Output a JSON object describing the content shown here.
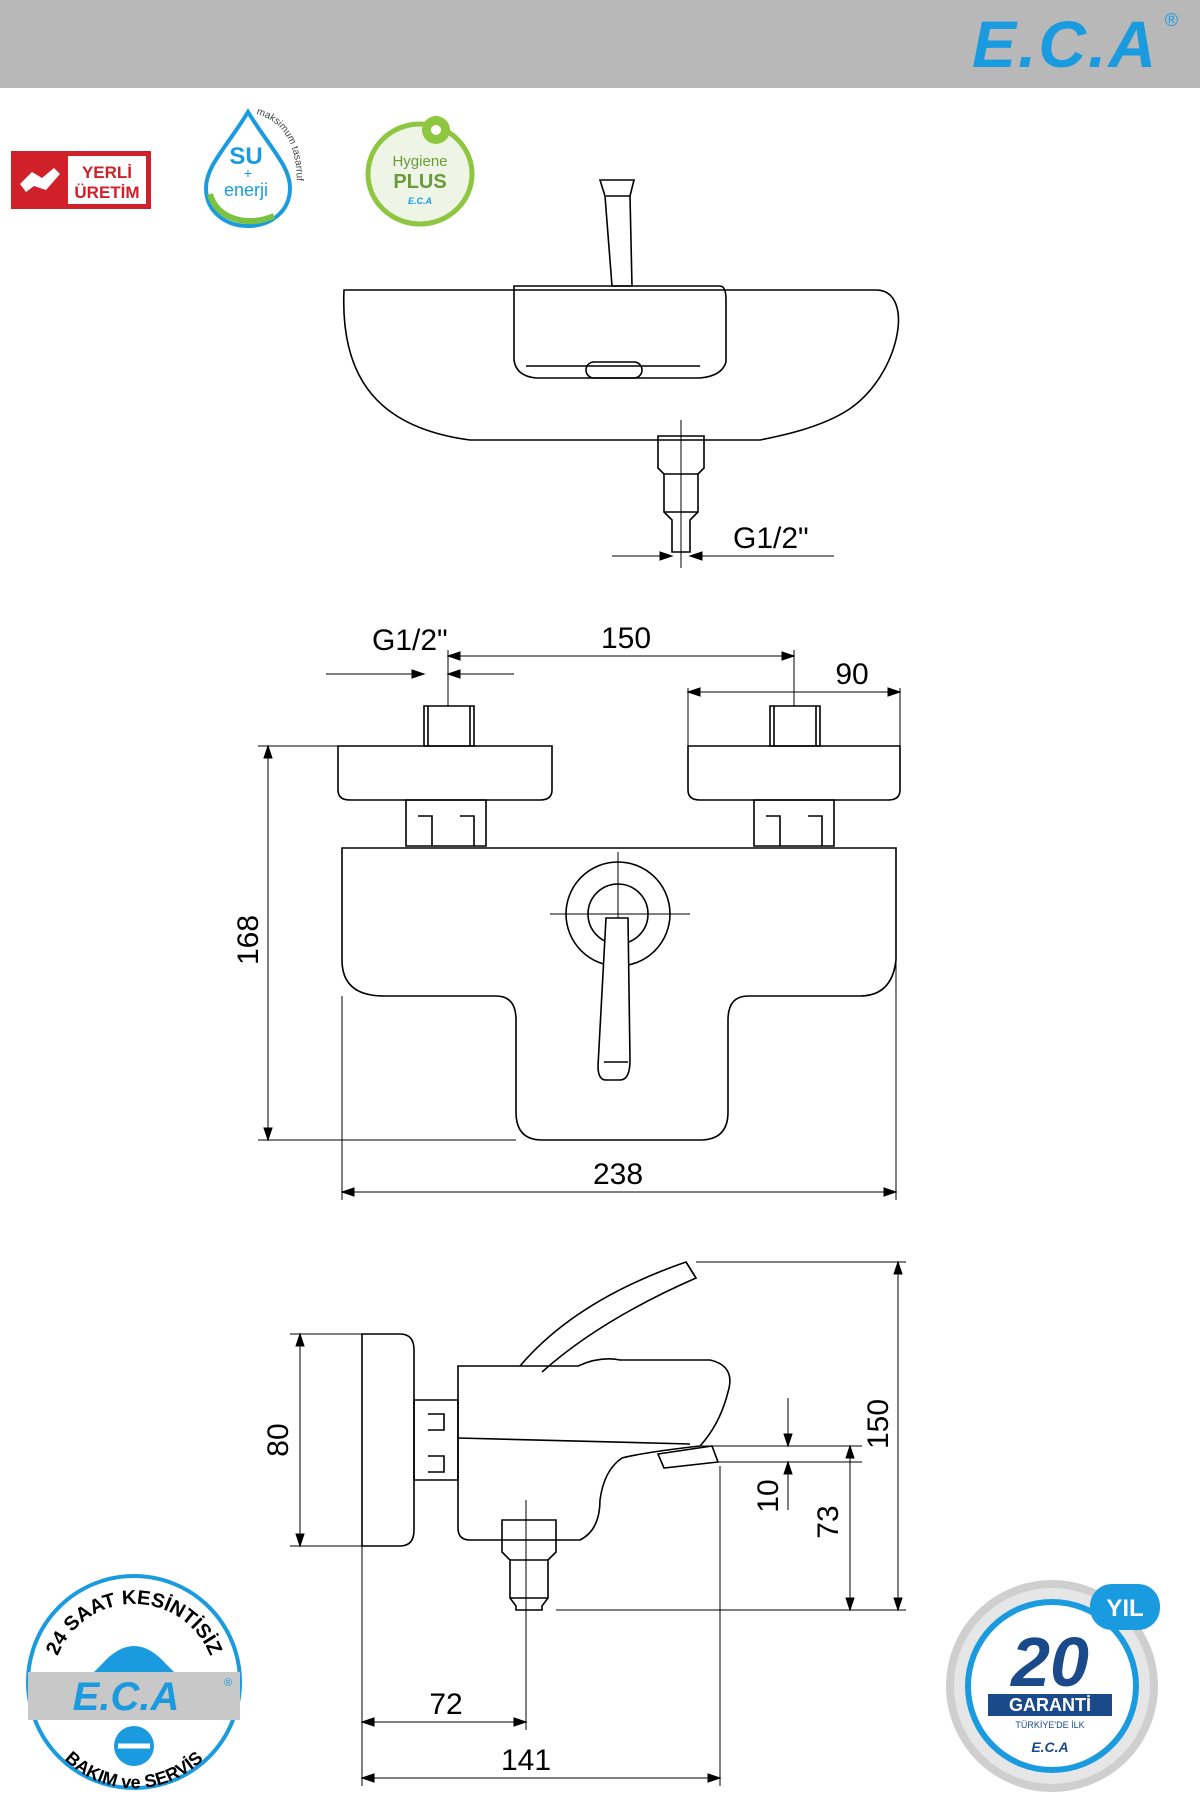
{
  "header": {
    "logo_text": "E.C.A",
    "reg_mark": "®"
  },
  "badges": {
    "yerli": {
      "line1": "YERLİ",
      "line2": "ÜRETİM"
    },
    "su": {
      "line1": "SU",
      "plus": "+",
      "line2": "enerji",
      "arc": "maksimum tasarruf"
    },
    "hygiene": {
      "line1": "Hygiene",
      "line2": "PLUS",
      "sub": "E.C.A"
    },
    "service": {
      "arc_top": "24 SAAT KESİNTİSİZ",
      "logo": "E.C.A",
      "reg": "®",
      "arc_bottom": "BAKIM ve SERVİS"
    },
    "warranty": {
      "number": "20",
      "unit": "YIL",
      "label": "GARANTİ",
      "sub": "TÜRKİYE'DE İLK",
      "logo": "E.C.A"
    }
  },
  "dimensions": {
    "top_thread": "G1/2\"",
    "front_thread": "G1/2\"",
    "center_distance": "150",
    "depth": "90",
    "height": "168",
    "width": "238",
    "side_left_height": "80",
    "side_total_height": "150",
    "spout_gap": "10",
    "spout_height": "73",
    "depth_partial": "72",
    "depth_total": "141"
  }
}
